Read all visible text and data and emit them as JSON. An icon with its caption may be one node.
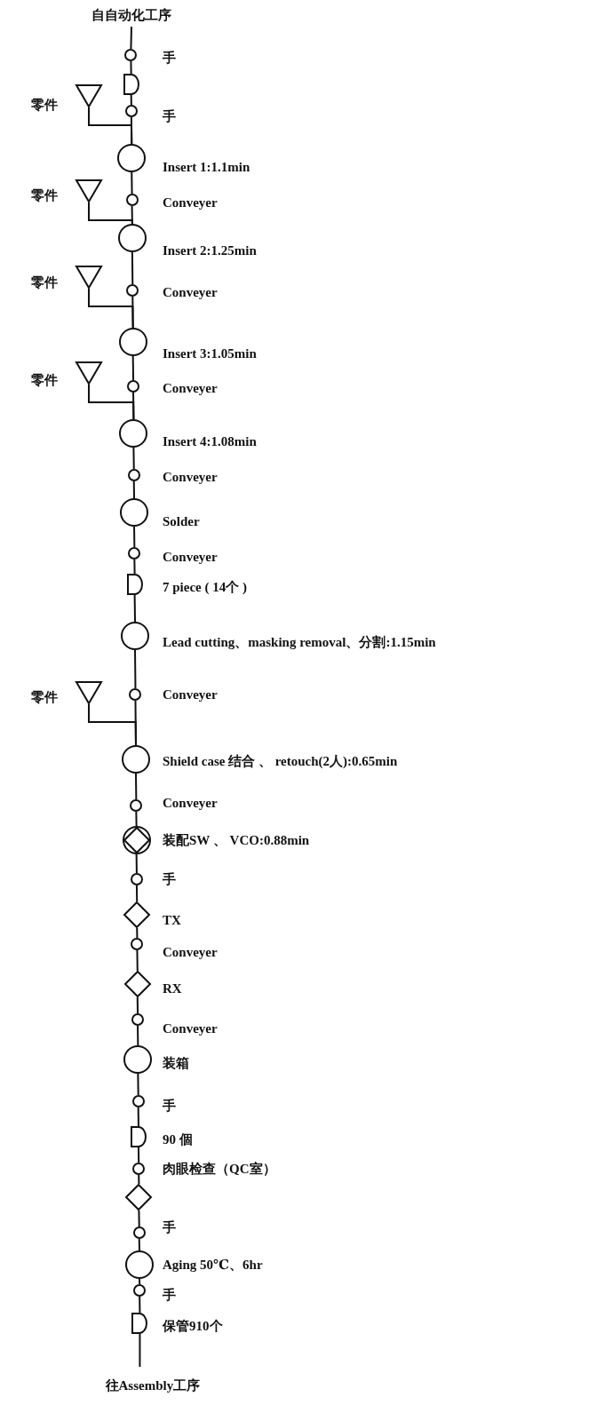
{
  "diagram": {
    "nodes": [
      {
        "text": [
          "自自动化工序"
        ]
      },
      {
        "text": [],
        "shape": "small-circle",
        "beside": [
          "手"
        ]
      },
      {
        "text": [],
        "shape": "delay"
      },
      {
        "text": [],
        "shape": "triangle",
        "beside": [
          "零件"
        ]
      },
      {
        "text": [],
        "shape": "small-circle",
        "beside": [
          "手"
        ]
      },
      {
        "text": [],
        "shape": "circle",
        "beside": [
          "Insert 1:1.1min"
        ]
      },
      {
        "text": [],
        "shape": "triangle",
        "beside": [
          "零件"
        ]
      },
      {
        "text": [],
        "shape": "small-circle",
        "beside": [
          "Conveyer"
        ]
      },
      {
        "text": [],
        "shape": "circle",
        "beside": [
          "Insert 2:1.25min"
        ]
      },
      {
        "text": [],
        "shape": "triangle",
        "beside": [
          "零件"
        ]
      },
      {
        "text": [],
        "shape": "small-circle",
        "beside": [
          "Conveyer"
        ]
      },
      {
        "text": [],
        "shape": "circle",
        "beside": [
          "Insert 3:1.05min"
        ]
      },
      {
        "text": [],
        "shape": "triangle",
        "beside": [
          "零件"
        ]
      },
      {
        "text": [],
        "shape": "small-circle",
        "beside": [
          "Conveyer"
        ]
      },
      {
        "text": [],
        "shape": "circle",
        "beside": [
          "Insert 4:1.08min"
        ]
      },
      {
        "text": [],
        "shape": "small-circle",
        "beside": [
          "Conveyer"
        ]
      },
      {
        "text": [],
        "shape": "circle",
        "beside": [
          "Solder"
        ]
      },
      {
        "text": [],
        "shape": "small-circle",
        "beside": [
          "Conveyer"
        ]
      },
      {
        "text": [],
        "shape": "delay",
        "beside": [
          "7 piece ( 14个 )"
        ]
      },
      {
        "text": [],
        "shape": "circle",
        "beside": [
          "Lead cutting、masking removal、分割:1.15min"
        ]
      },
      {
        "text": [],
        "shape": "triangle",
        "beside": [
          "零件"
        ]
      },
      {
        "text": [],
        "shape": "small-circle",
        "beside": [
          "Conveyer"
        ]
      },
      {
        "text": [],
        "shape": "circle",
        "beside": [
          "Shield case 结合 、 retouch(2人):0.65min"
        ]
      },
      {
        "text": [],
        "shape": "small-circle",
        "beside": [
          "Conveyer"
        ]
      },
      {
        "text": [],
        "shape": "circle-diamond",
        "beside": [
          "装配SW 、 VCO:0.88min"
        ]
      },
      {
        "text": [],
        "shape": "small-circle",
        "beside": [
          "手"
        ]
      },
      {
        "text": [],
        "shape": "diamond",
        "beside": [
          "TX"
        ]
      },
      {
        "text": [],
        "shape": "small-circle",
        "beside": [
          "Conveyer"
        ]
      },
      {
        "text": [],
        "shape": "diamond",
        "beside": [
          "RX"
        ]
      },
      {
        "text": [],
        "shape": "small-circle",
        "beside": [
          "Conveyer"
        ]
      },
      {
        "text": [],
        "shape": "circle",
        "beside": [
          "装箱"
        ]
      },
      {
        "text": [],
        "shape": "small-circle",
        "beside": [
          "手"
        ]
      },
      {
        "text": [],
        "shape": "delay",
        "beside": [
          "90 個"
        ]
      },
      {
        "text": [],
        "shape": "small-circle",
        "beside": [
          "肉眼检查（QC室）"
        ]
      },
      {
        "text": [],
        "shape": "diamond"
      },
      {
        "text": [],
        "shape": "small-circle",
        "beside": [
          "手"
        ]
      },
      {
        "text": [],
        "shape": "circle",
        "beside": [
          "Aging 50℃、6hr"
        ]
      },
      {
        "text": [],
        "shape": "small-circle",
        "beside": [
          "手"
        ]
      },
      {
        "text": [],
        "shape": "delay",
        "beside": [
          "保管910个"
        ]
      },
      {
        "text": [
          "往Assembly工序"
        ]
      }
    ],
    "edges": [
      {
        "from": 0,
        "to": 1,
        "arrow": "none"
      },
      {
        "from": 1,
        "to": 2,
        "arrow": "none"
      },
      {
        "from": 2,
        "to": 4,
        "arrow": "none"
      },
      {
        "from": 3,
        "to": 5,
        "arrow": "none"
      },
      {
        "from": 4,
        "to": 5,
        "arrow": "none"
      },
      {
        "from": 5,
        "to": 7,
        "arrow": "none"
      },
      {
        "from": 6,
        "to": 8,
        "arrow": "none"
      },
      {
        "from": 7,
        "to": 8,
        "arrow": "none"
      },
      {
        "from": 8,
        "to": 10,
        "arrow": "none"
      },
      {
        "from": 9,
        "to": 11,
        "arrow": "none"
      },
      {
        "from": 10,
        "to": 11,
        "arrow": "none"
      },
      {
        "from": 11,
        "to": 13,
        "arrow": "none"
      },
      {
        "from": 12,
        "to": 14,
        "arrow": "none"
      },
      {
        "from": 13,
        "to": 14,
        "arrow": "none"
      },
      {
        "from": 14,
        "to": 15,
        "arrow": "none"
      },
      {
        "from": 15,
        "to": 16,
        "arrow": "none"
      },
      {
        "from": 16,
        "to": 17,
        "arrow": "none"
      },
      {
        "from": 17,
        "to": 18,
        "arrow": "none"
      },
      {
        "from": 18,
        "to": 19,
        "arrow": "none"
      },
      {
        "from": 19,
        "to": 21,
        "arrow": "none"
      },
      {
        "from": 20,
        "to": 22,
        "arrow": "none"
      },
      {
        "from": 21,
        "to": 22,
        "arrow": "none"
      },
      {
        "from": 22,
        "to": 23,
        "arrow": "none"
      },
      {
        "from": 23,
        "to": 24,
        "arrow": "none"
      },
      {
        "from": 24,
        "to": 25,
        "arrow": "none"
      },
      {
        "from": 25,
        "to": 26,
        "arrow": "none"
      },
      {
        "from": 26,
        "to": 27,
        "arrow": "none"
      },
      {
        "from": 27,
        "to": 28,
        "arrow": "none"
      },
      {
        "from": 28,
        "to": 29,
        "arrow": "none"
      },
      {
        "from": 29,
        "to": 30,
        "arrow": "none"
      },
      {
        "from": 30,
        "to": 31,
        "arrow": "none"
      },
      {
        "from": 31,
        "to": 32,
        "arrow": "none"
      },
      {
        "from": 32,
        "to": 33,
        "arrow": "none"
      },
      {
        "from": 33,
        "to": 34,
        "arrow": "none"
      },
      {
        "from": 34,
        "to": 35,
        "arrow": "none"
      },
      {
        "from": 35,
        "to": 36,
        "arrow": "none"
      },
      {
        "from": 36,
        "to": 37,
        "arrow": "none"
      },
      {
        "from": 37,
        "to": 38,
        "arrow": "none"
      },
      {
        "from": 38,
        "to": 39,
        "arrow": "none"
      }
    ]
  }
}
